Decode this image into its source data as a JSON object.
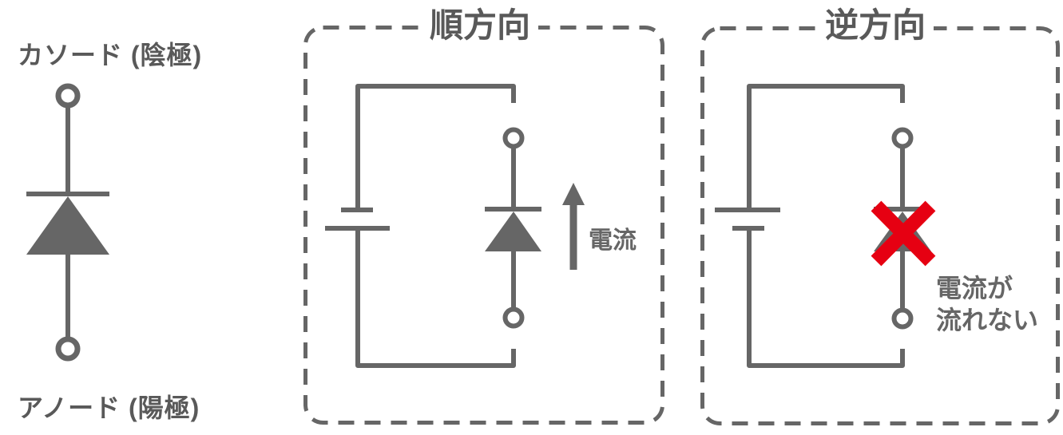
{
  "colors": {
    "line": "#666666",
    "text": "#595959",
    "red": "#e60012",
    "background": "#ffffff"
  },
  "icons": {
    "diode": "triangle-with-cathode-bar",
    "battery": "long-short-plate-pair",
    "terminal": "white-dot",
    "current_arrow": "up-arrow",
    "no_current": "red-x-mark"
  },
  "diode_symbol": {
    "cathode_label": "カソード (陰極)",
    "anode_label": "アノード (陽極)"
  },
  "panels": {
    "forward": {
      "title": "順方向",
      "current_label": "電流"
    },
    "reverse": {
      "title": "逆方向",
      "no_current_line1": "電流が",
      "no_current_line2": "流れない"
    }
  }
}
